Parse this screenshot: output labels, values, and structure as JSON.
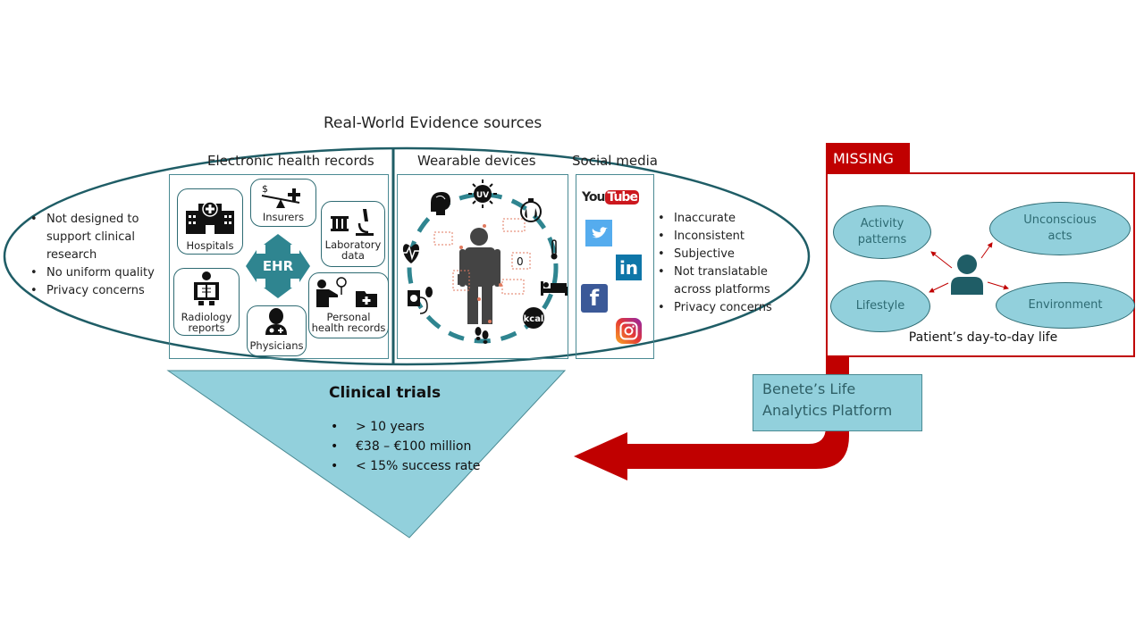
{
  "title": "Real-World Evidence sources",
  "left_bullets": [
    "Not designed to support clinical research",
    "No uniform quality",
    "Privacy concerns"
  ],
  "ehr": {
    "title": "Electronic health records",
    "center_label": "EHR",
    "cards": [
      {
        "label": "Hospitals",
        "icon": "hospital-icon"
      },
      {
        "label": "Insurers",
        "icon": "scale-icon"
      },
      {
        "label": "Laboratory data",
        "icon": "microscope-icon"
      },
      {
        "label": "Radiology reports",
        "icon": "xray-icon"
      },
      {
        "label": "Physicians",
        "icon": "doctor-icon"
      },
      {
        "label": "Personal health records",
        "icon": "health-record-icon"
      }
    ]
  },
  "wearables": {
    "title": "Wearable devices",
    "icons": [
      "uv-icon",
      "lungs-stopwatch-icon",
      "thermometer-icon",
      "sleep-bed-icon",
      "kcal-icon",
      "footsteps-icon",
      "blood-pressure-icon",
      "heart-rate-icon",
      "brain-icon"
    ],
    "kcal_label": "kcal",
    "uv_label": "UV",
    "device_label": "0"
  },
  "social": {
    "title": "Social media",
    "icons": [
      {
        "name": "youtube-icon",
        "label_a": "You",
        "label_b": "Tube",
        "color": "#cc181e"
      },
      {
        "name": "twitter-icon",
        "color": "#55acee"
      },
      {
        "name": "linkedin-icon",
        "label": "in",
        "color": "#0e76a8"
      },
      {
        "name": "facebook-icon",
        "label": "f",
        "color": "#3b5998"
      },
      {
        "name": "instagram-icon",
        "color": "#d6249f"
      }
    ]
  },
  "right_bullets": [
    "Inaccurate",
    "Inconsistent",
    "Subjective",
    "Not translatable across platforms",
    "Privacy concerns"
  ],
  "clinical_trials": {
    "title": "Clinical trials",
    "bullets": [
      "> 10 years",
      "€38 – €100 million",
      "< 15% success rate"
    ]
  },
  "missing": {
    "tab_label": "MISSING",
    "caption": "Patient’s day-to-day life",
    "ovals": [
      "Activity patterns",
      "Unconscious acts",
      "Lifestyle",
      "Environment"
    ]
  },
  "platform": {
    "line1": "Benete’s Life",
    "line2": "Analytics Platform"
  },
  "colors": {
    "teal_dark": "#1f5d66",
    "teal_light": "#92d0dc",
    "red": "#c00000"
  }
}
